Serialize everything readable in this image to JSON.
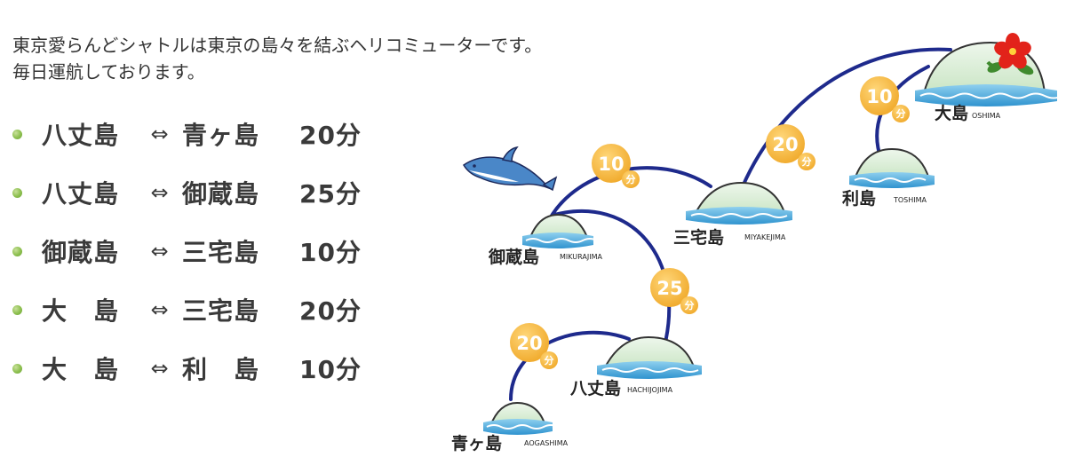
{
  "intro": {
    "line1": "東京愛らんどシャトルは東京の島々を結ぶヘリコミューターです。",
    "line2": "毎日運航しております。"
  },
  "routes": [
    {
      "from": "八丈島",
      "arrow": "⇔",
      "to": "青ヶ島",
      "time": "20分"
    },
    {
      "from": "八丈島",
      "arrow": "⇔",
      "to": "御蔵島",
      "time": "25分"
    },
    {
      "from": "御蔵島",
      "arrow": "⇔",
      "to": "三宅島",
      "time": "10分"
    },
    {
      "from": "大　島",
      "arrow": "⇔",
      "to": "三宅島",
      "time": "20分"
    },
    {
      "from": "大　島",
      "arrow": "⇔",
      "to": "利　島",
      "time": "10分"
    }
  ],
  "map": {
    "colors": {
      "route_line": "#1e2a8c",
      "badge": "#f2b43a",
      "island_top": "#d7ecd4",
      "island_outline": "#333333",
      "sea": "#4aa8d8"
    },
    "islands": {
      "oshima": {
        "name": "大島",
        "roman": "OSHIMA"
      },
      "toshima": {
        "name": "利島",
        "roman": "TOSHIMA"
      },
      "miyakejima": {
        "name": "三宅島",
        "roman": "MIYAKEJIMA"
      },
      "mikurajima": {
        "name": "御蔵島",
        "roman": "MIKURAJIMA"
      },
      "hachijojima": {
        "name": "八丈島",
        "roman": "HACHIJOJIMA"
      },
      "aogashima": {
        "name": "青ヶ島",
        "roman": "AOGASHIMA"
      }
    },
    "badges": {
      "oshima_toshima": {
        "num": "10",
        "unit": "分"
      },
      "oshima_miyake": {
        "num": "20",
        "unit": "分"
      },
      "miyake_mikura": {
        "num": "10",
        "unit": "分"
      },
      "mikura_hachijo": {
        "num": "25",
        "unit": "分"
      },
      "hachijo_aoga": {
        "num": "20",
        "unit": "分"
      }
    },
    "decorations": [
      "dolphin-icon",
      "hibiscus-flower-icon"
    ]
  }
}
